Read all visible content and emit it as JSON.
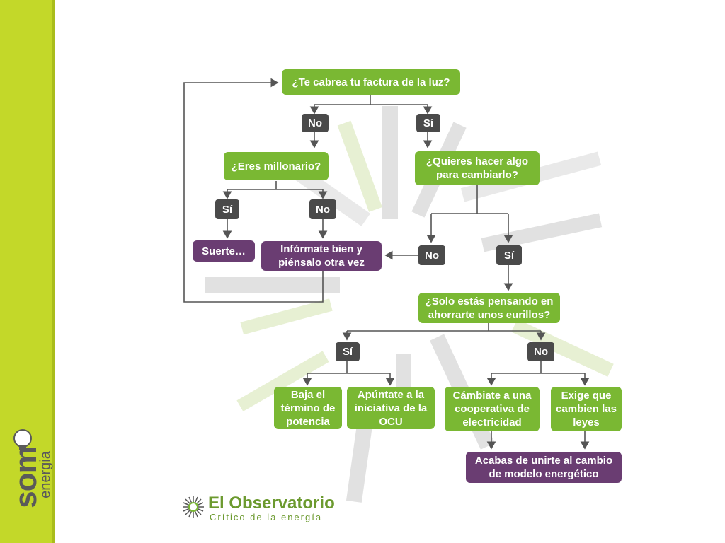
{
  "sidebar": {
    "logo_main": "som",
    "logo_sub": "energia"
  },
  "flowchart": {
    "q1": "¿Te cabrea tu factura de la luz?",
    "q1_no": "No",
    "q1_si": "Sí",
    "q_millonario": "¿Eres millonario?",
    "q_millonario_si": "Sí",
    "q_millonario_no": "No",
    "suerte": "Suerte…",
    "informate": "Infórmate bien y piénsalo  otra vez",
    "q_cambiar": "¿Quieres hacer algo para cambiarlo?",
    "q_cambiar_no": "No",
    "q_cambiar_si": "Sí",
    "q_ahorro": "¿Solo estás pensando en ahorrarte unos eurillos?",
    "q_ahorro_si": "Sí",
    "q_ahorro_no": "No",
    "baja": "Baja el término de potencia",
    "apuntate": "Apúntate a la iniciativa de la OCU",
    "cambiate": "Cámbiate a una cooperativa de electricidad",
    "exige": "Exige que cambien las leyes",
    "acabas": "Acabas de unirte al cambio de modelo energético"
  },
  "brand": {
    "title": "El Observatorio",
    "subtitle": "Crítico de la energía"
  },
  "colors": {
    "sidebar": "#c3d829",
    "question_green": "#7ab833",
    "answer_dark": "#4a4a4a",
    "result_purple": "#6a3d72",
    "connector": "#555555"
  }
}
